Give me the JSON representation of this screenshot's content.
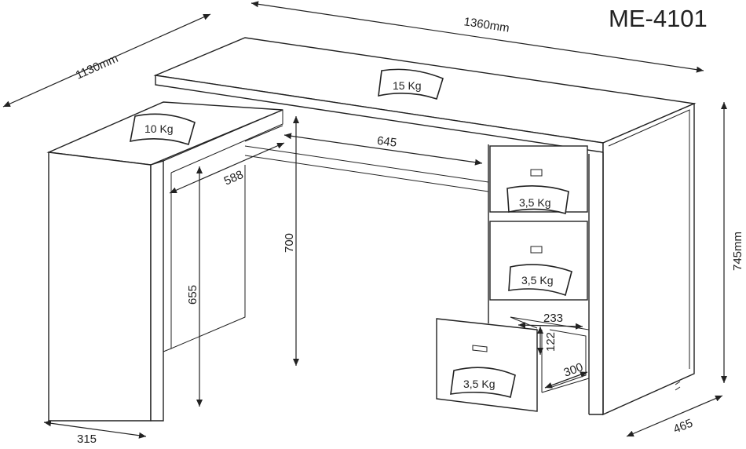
{
  "model_code": "ME-4101",
  "dimensions": {
    "width": "1360mm",
    "depth": "1130mm",
    "height": "745mm",
    "knee_width": "645",
    "knee_height": "700",
    "return_depth": "588",
    "return_height": "655",
    "return_width": "315",
    "cabinet_depth": "465",
    "drawer_width": "233",
    "drawer_height": "122",
    "drawer_depth": "300"
  },
  "weights": {
    "top_main": "15 Kg",
    "top_return": "10 Kg",
    "drawer_1": "3,5 Kg",
    "drawer_2": "3,5 Kg",
    "drawer_3": "3,5 Kg"
  }
}
